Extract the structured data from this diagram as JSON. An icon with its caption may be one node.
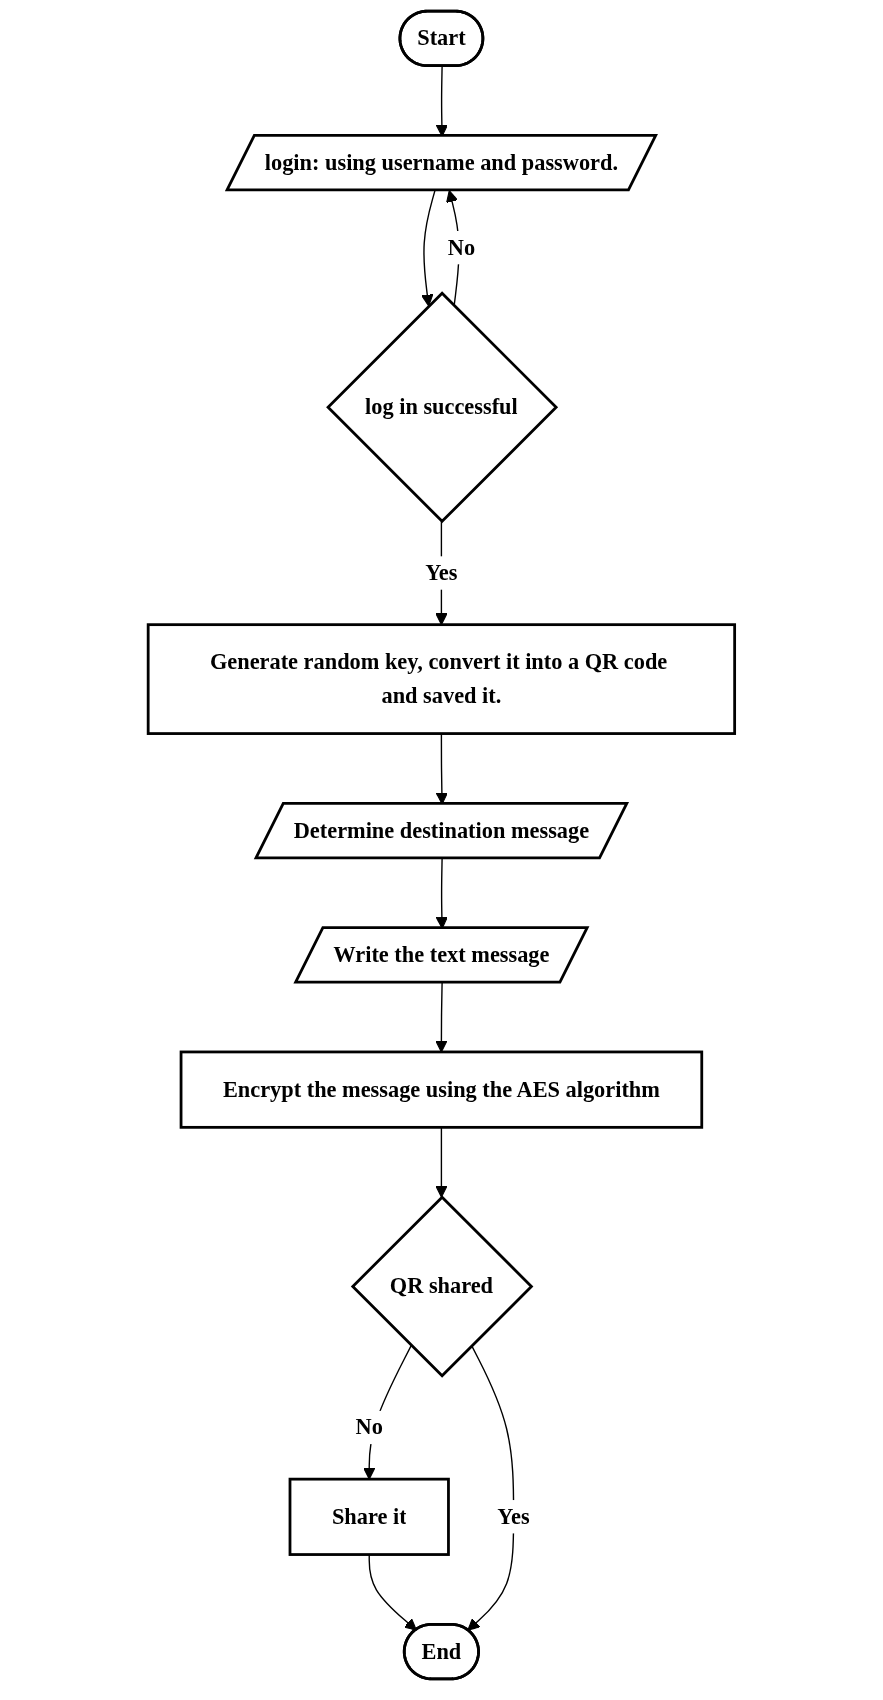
{
  "diagram": {
    "nodes": [
      {
        "text": [
          "Start"
        ]
      },
      {
        "text": [
          "login: using username and password."
        ]
      },
      {
        "text": [
          "log in successful"
        ]
      },
      {
        "text": [
          "Generate random key, convert it into a QR code and saved it."
        ]
      },
      {
        "text": [
          "Determine destination message"
        ]
      },
      {
        "text": [
          "Write the text message"
        ]
      },
      {
        "text": [
          "Encrypt the message using the AES algorithm"
        ]
      },
      {
        "text": [
          "QR shared"
        ]
      },
      {
        "text": [
          "Share it"
        ]
      },
      {
        "text": [
          "End"
        ]
      }
    ],
    "edges": [
      {
        "from": 0,
        "to": 1,
        "arrow": "to"
      },
      {
        "from": 1,
        "to": 2,
        "arrow": "to"
      },
      {
        "from": 2,
        "to": 1,
        "arrow": "to",
        "label": "No"
      },
      {
        "from": 2,
        "to": 3,
        "arrow": "to",
        "label": "Yes"
      },
      {
        "from": 3,
        "to": 4,
        "arrow": "to"
      },
      {
        "from": 4,
        "to": 5,
        "arrow": "to"
      },
      {
        "from": 5,
        "to": 6,
        "arrow": "to"
      },
      {
        "from": 6,
        "to": 7,
        "arrow": "to"
      },
      {
        "from": 7,
        "to": 8,
        "arrow": "to",
        "label": "No"
      },
      {
        "from": 8,
        "to": 9,
        "arrow": "to"
      },
      {
        "from": 7,
        "to": 9,
        "arrow": "to",
        "label": "Yes"
      }
    ]
  }
}
